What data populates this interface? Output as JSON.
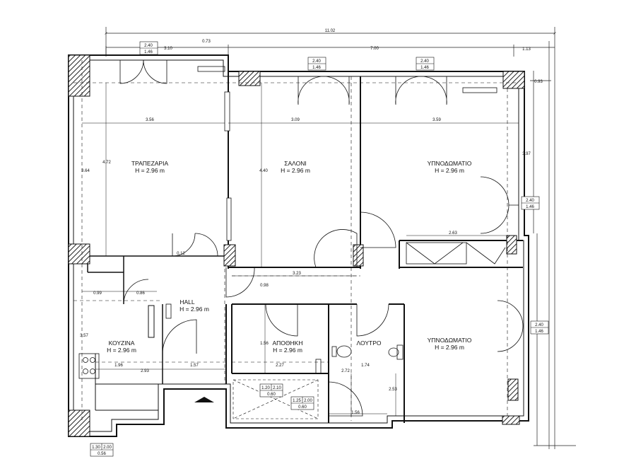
{
  "rooms": [
    {
      "name": "ΤΡΑΠΕΖΑΡΙΑ",
      "height": "H = 2.96 m"
    },
    {
      "name": "ΣΑΛΟΝΙ",
      "height": "H = 2.96 m"
    },
    {
      "name": "ΥΠΝΟΔΩΜΑΤΙΟ",
      "height": "H = 2.96 m"
    },
    {
      "name": "HALL",
      "height": "H = 2.96 m"
    },
    {
      "name": "ΚΟΥΖΙΝΑ",
      "height": "H = 2.96 m"
    },
    {
      "name": "ΑΠΟΘΗΚΗ",
      "height": "H = 2.96 m"
    },
    {
      "name": "ΛΟΥΤΡΟ",
      "height": ""
    },
    {
      "name": "ΥΠΝΟΔΩΜΑΤΙΟ",
      "height": "H = 2.96 m"
    }
  ],
  "dimensions": {
    "overall_width": "11.02",
    "top_left": "3.10",
    "top_small": "0.73",
    "top_middle": "7.00",
    "top_right": "1.13",
    "right_offset": "0.93",
    "right_height": "3.97",
    "dining_width": "3.56",
    "living_width": "3.09",
    "bedroom_width": "3.59",
    "dining_height_a": "4.72",
    "dining_height_b": "3.64",
    "living_height": "4.40",
    "wall_stub": "0.12",
    "closet_width": "2.63",
    "corridor": "3.23",
    "kitchen_a": "0.99",
    "kitchen_b": "0.86",
    "hall_gap": "0.98",
    "kitchen_height": "3.57",
    "storage_height": "1.56",
    "kitchen_width": "1.96",
    "kitchen_depth": "2.93",
    "hall_width": "1.57",
    "storage_width": "2.27",
    "bath_height": "2.72",
    "bath_width": "1.74",
    "bath_lower": "2.53",
    "bath_bottom": "1.56"
  },
  "windows": [
    {
      "top": "2.40",
      "bottom": "1.46"
    },
    {
      "top": "2.40",
      "bottom": "1.46"
    },
    {
      "top": "2.40",
      "bottom": "1.46"
    },
    {
      "top": "2.40",
      "bottom": "1.46"
    },
    {
      "top": "2.40",
      "bottom": "1.46"
    },
    {
      "top": "1.30",
      "mid": "2.00",
      "bottom": "0.56"
    }
  ],
  "openings": [
    {
      "top": "1.20",
      "mid": "2.10",
      "bottom": "0.60"
    },
    {
      "top": "1.25",
      "mid": "2.00",
      "bottom": "0.60"
    }
  ]
}
